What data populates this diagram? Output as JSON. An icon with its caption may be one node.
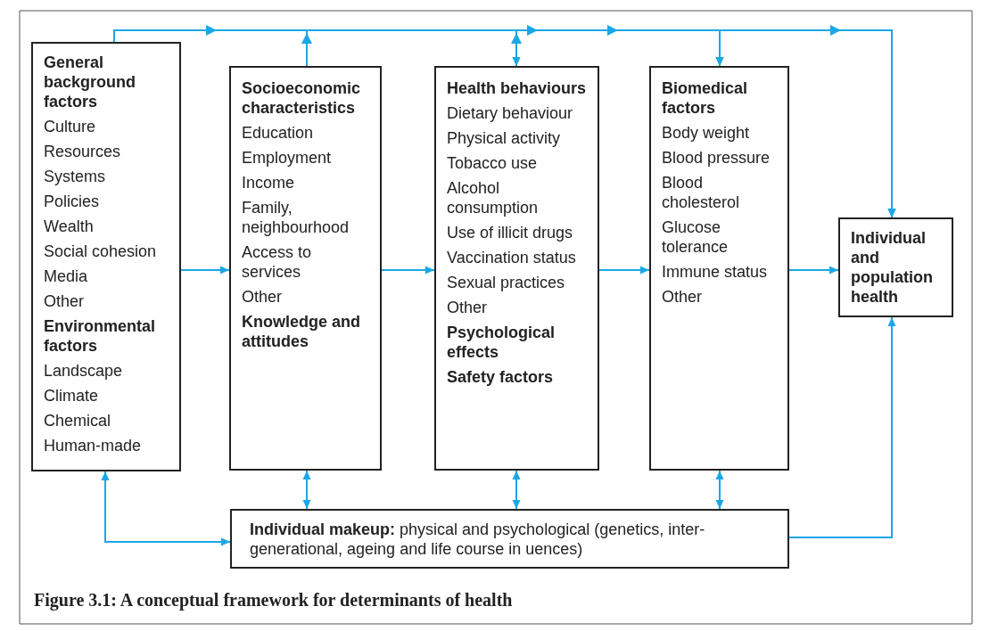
{
  "diagram": {
    "caption": "Figure 3.1: A conceptual framework for determinants of health",
    "nodes": [
      {
        "text": [
          "General background factors",
          "Culture",
          "Resources",
          "Systems",
          "Policies",
          "Wealth",
          "Social cohesion",
          "Media",
          "Other",
          "Environmental factors",
          "Landscape",
          "Climate",
          "Chemical",
          "Human-made"
        ]
      },
      {
        "text": [
          "Socioeconomic characteristics",
          "Education",
          "Employment",
          "Income",
          "Family, neighbourhood",
          "Access to services",
          "Other",
          "Knowledge and attitudes"
        ]
      },
      {
        "text": [
          "Health behaviours",
          "Dietary behaviour",
          "Physical activity",
          "Tobacco use",
          "Alcohol consumption",
          "Use of illicit drugs",
          "Vaccination status",
          "Sexual practices",
          "Other",
          "Psychological effects",
          "Safety factors"
        ]
      },
      {
        "text": [
          "Biomedical factors",
          "Body weight",
          "Blood pressure",
          "Blood cholesterol",
          "Glucose tolerance",
          "Immune status",
          "Other"
        ]
      },
      {
        "text": [
          "Individual and population health"
        ]
      },
      {
        "text": [
          "**Individual makeup:** physical and psychological (genetics, inter-generational, ageing and life course in uences)"
        ]
      }
    ],
    "edges": [
      {
        "from": 0,
        "to": 2,
        "arrow": "to"
      },
      {
        "from": 0,
        "to": 3,
        "arrow": "to"
      },
      {
        "from": 0,
        "to": 4,
        "arrow": "to"
      },
      {
        "from": 1,
        "to": 2,
        "arrow": "to"
      },
      {
        "from": 1,
        "to": 3,
        "arrow": "to"
      },
      {
        "from": 1,
        "to": 4,
        "arrow": "to"
      },
      {
        "from": 2,
        "to": 3,
        "arrow": "to"
      },
      {
        "from": 2,
        "to": 4,
        "arrow": "to"
      },
      {
        "from": 0,
        "to": 1,
        "arrow": "to"
      },
      {
        "from": 1,
        "to": 2,
        "arrow": "to"
      },
      {
        "from": 2,
        "to": 3,
        "arrow": "to"
      },
      {
        "from": 3,
        "to": 4,
        "arrow": "to"
      },
      {
        "from": 1,
        "to": 5,
        "arrow": "both"
      },
      {
        "from": 2,
        "to": 5,
        "arrow": "both"
      },
      {
        "from": 3,
        "to": 5,
        "arrow": "both"
      },
      {
        "from": 0,
        "to": 5,
        "arrow": "both"
      },
      {
        "from": 5,
        "to": 4,
        "arrow": "to"
      }
    ]
  }
}
